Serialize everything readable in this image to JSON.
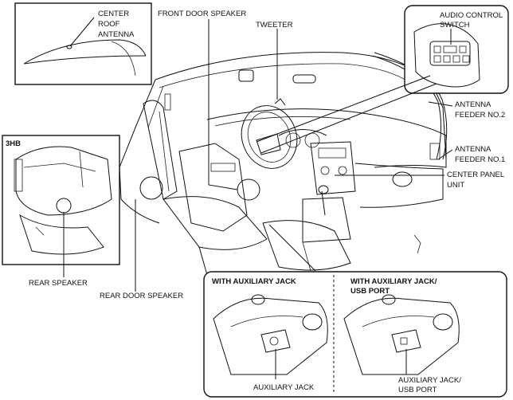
{
  "labels": {
    "center_roof_antenna": [
      "CENTER",
      "ROOF",
      "ANTENNA"
    ],
    "front_door_speaker": "FRONT DOOR SPEAKER",
    "tweeter": "TWEETER",
    "audio_control_switch": [
      "AUDIO CONTROL",
      "SWITCH"
    ],
    "antenna_feeder_no2": [
      "ANTENNA",
      "FEEDER NO.2"
    ],
    "antenna_feeder_no1": [
      "ANTENNA",
      "FEEDER NO.1"
    ],
    "center_panel_unit": [
      "CENTER PANEL",
      "UNIT"
    ],
    "variant_3hb": "3HB",
    "rear_speaker": "REAR SPEAKER",
    "rear_door_speaker": "REAR DOOR SPEAKER",
    "with_aux_jack": "WITH AUXILIARY JACK",
    "with_aux_jack_usb": [
      "WITH AUXILIARY JACK/",
      "USB PORT"
    ],
    "auxiliary_jack": "AUXILIARY JACK",
    "auxiliary_jack_usb": [
      "AUXILIARY JACK/",
      "USB PORT"
    ]
  }
}
